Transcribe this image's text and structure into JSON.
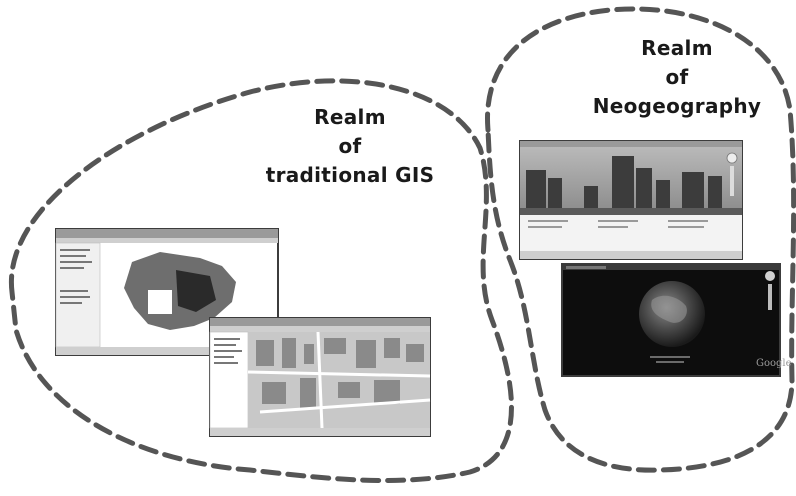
{
  "realms": {
    "gis": {
      "lines": [
        "Realm",
        "of",
        "traditional GIS"
      ]
    },
    "neo": {
      "lines": [
        "Realm",
        "of",
        "Neogeography"
      ]
    }
  },
  "colors": {
    "boundary": "#555555",
    "window_frame": "#3c3c3c",
    "map_fill": "#6e6e6e",
    "dark_screen": "#0d0d0d"
  },
  "screenshots": {
    "gis_1": {
      "icon": "gis-desktop-map-window"
    },
    "gis_2": {
      "icon": "gis-desktop-street-map-window"
    },
    "neo_1": {
      "icon": "street-view-window"
    },
    "neo_2": {
      "icon": "virtual-globe-window",
      "brand": "Google"
    }
  }
}
